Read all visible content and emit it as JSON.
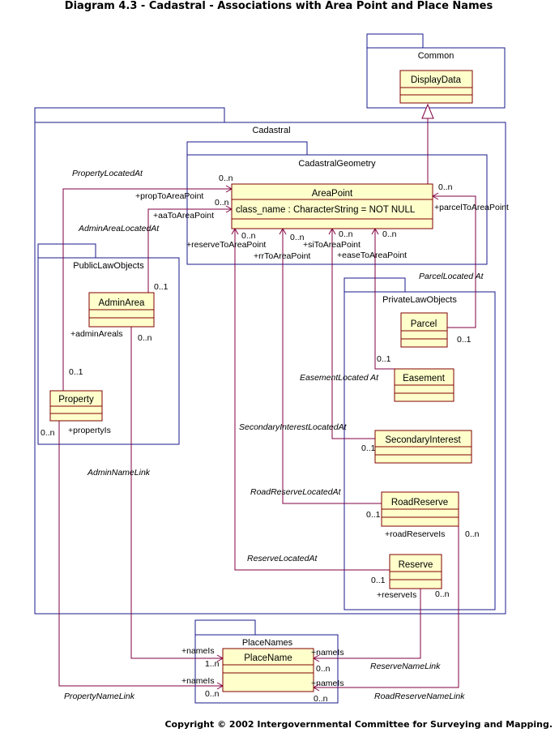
{
  "title": "Diagram 4.3 - Cadastral - Associations with Area Point and Place Names",
  "copyright": "Copyright © 2002 Intergovernmental Committee for Surveying and Mapping.",
  "packages": {
    "common": "Common",
    "cadastral": "Cadastral",
    "cadastral_geometry": "CadastralGeometry",
    "public_law": "PublicLawObjects",
    "private_law": "PrivateLawObjects",
    "place_names": "PlaceNames"
  },
  "classes": {
    "display_data": "DisplayData",
    "area_point": "AreaPoint",
    "area_point_attr": "class_name : CharacterString = NOT NULL",
    "admin_area": "AdminArea",
    "property": "Property",
    "parcel": "Parcel",
    "easement": "Easement",
    "secondary_interest": "SecondaryInterest",
    "road_reserve": "RoadReserve",
    "reserve": "Reserve",
    "place_name": "PlaceName"
  },
  "associations": {
    "property_located_at": "PropertyLocatedAt",
    "admin_area_located_at": "AdminAreaLocatedAt",
    "parcel_located_at": "ParcelLocated At",
    "easement_located_at": "EasementLocated At",
    "secondary_interest_located_at": "SecondaryInterestLocatedAt",
    "road_reserve_located_at": "RoadReserveLocatedAt",
    "reserve_located_at": "ReserveLocatedAt",
    "admin_name_link": "AdminNameLink",
    "property_name_link": "PropertyNameLink",
    "reserve_name_link": "ReserveNameLink",
    "road_reserve_name_link": "RoadReserveNameLink"
  },
  "roles": {
    "prop_to_area_point": "+propToAreaPoint",
    "aa_to_area_point": "+aaToAreaPoint",
    "reserve_to_area_point": "+reserveToAreaPoint",
    "rr_to_area_point": "+rrToAreaPoint",
    "si_to_area_point": "+siToAreaPoint",
    "ease_to_area_point": "+easeToAreaPoint",
    "parcel_to_area_point": "+parcelToAreaPoint",
    "admin_areals": "+adminAreals",
    "property_is": "+propertyIs",
    "road_reserve_is": "+roadReserveIs",
    "reserve_is": "+reserveIs",
    "name_is_1": "+nameIs",
    "name_is_2": "+nameIs",
    "name_is_3": "+nameIs",
    "name_is_4": "+nameIs"
  },
  "multiplicities": {
    "m_0n": "0..n",
    "m_01": "0..1",
    "m_1n": "1..n"
  }
}
